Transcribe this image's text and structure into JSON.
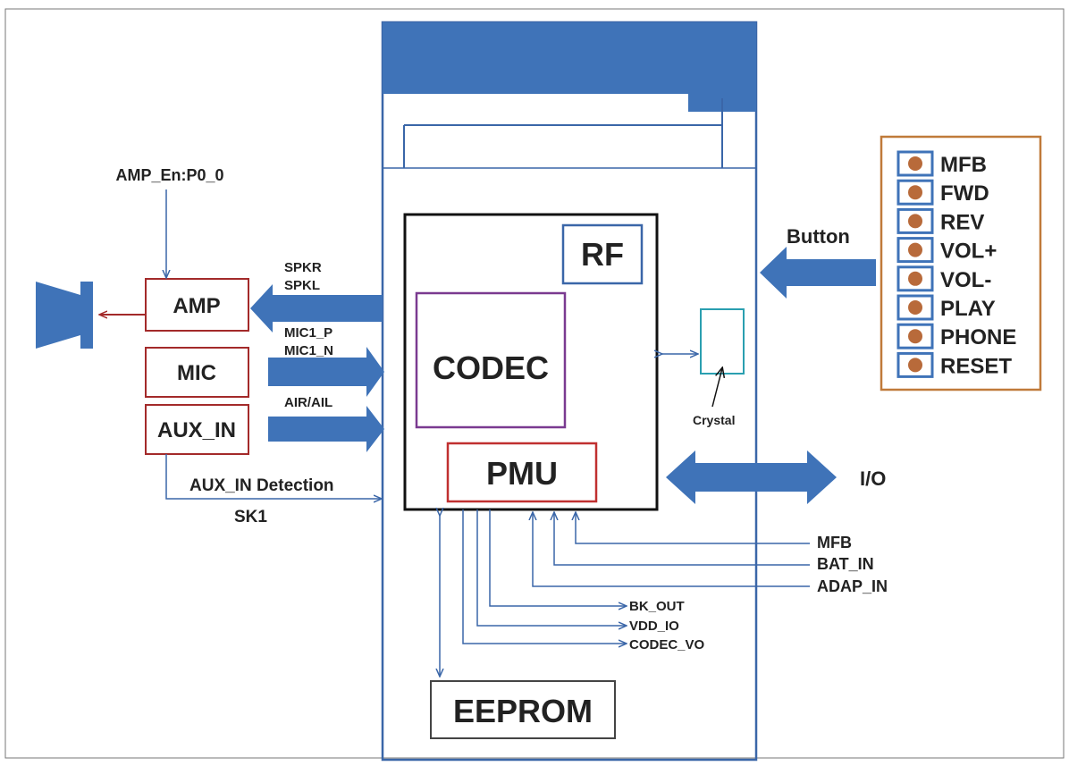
{
  "blocks": {
    "rf": "RF",
    "codec": "CODEC",
    "pmu": "PMU",
    "eeprom": "EEPROM",
    "amp": "AMP",
    "mic": "MIC",
    "aux_in": "AUX_IN"
  },
  "signals": {
    "amp_en": "AMP_En:P0_0",
    "spkr": "SPKR",
    "spkl": "SPKL",
    "mic1_p": "MIC1_P",
    "mic1_n": "MIC1_N",
    "air_ail": "AIR/AIL",
    "aux_in_detection": "AUX_IN Detection",
    "sk1": "SK1",
    "crystal": "Crystal",
    "button": "Button",
    "io": "I/O",
    "mfb": "MFB",
    "bat_in": "BAT_IN",
    "adap_in": "ADAP_IN",
    "bk_out": "BK_OUT",
    "vdd_io": "VDD_IO",
    "codec_vo": "CODEC_VO"
  },
  "buttons": [
    "MFB",
    "FWD",
    "REV",
    "VOL+",
    "VOL-",
    "PLAY",
    "PHONE",
    "RESET"
  ],
  "colors": {
    "board_blue": "#3a66a8",
    "arrow_blue": "#3f73b8",
    "red_block": "#a32a2a",
    "purple_block": "#7a3a90",
    "orange_border": "#c07a3a",
    "teal": "#2a9fb0"
  }
}
